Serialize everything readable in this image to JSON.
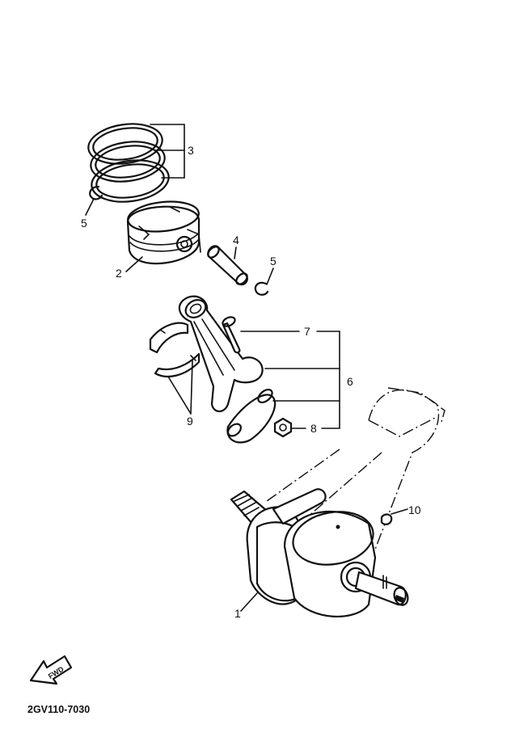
{
  "diagram": {
    "part_code": "2GV110-7030",
    "fwd_label": "FWD",
    "callouts": [
      {
        "id": "crankshaft",
        "label": "1"
      },
      {
        "id": "piston",
        "label": "2"
      },
      {
        "id": "piston-ring-set",
        "label": "3"
      },
      {
        "id": "piston-pin",
        "label": "4"
      },
      {
        "id": "circlip-left",
        "label": "5"
      },
      {
        "id": "circlip-right",
        "label": "5"
      },
      {
        "id": "connecting-rod-assy",
        "label": "6"
      },
      {
        "id": "bolt",
        "label": "7"
      },
      {
        "id": "nut",
        "label": "8"
      },
      {
        "id": "bearing",
        "label": "9"
      },
      {
        "id": "key",
        "label": "10"
      }
    ]
  }
}
